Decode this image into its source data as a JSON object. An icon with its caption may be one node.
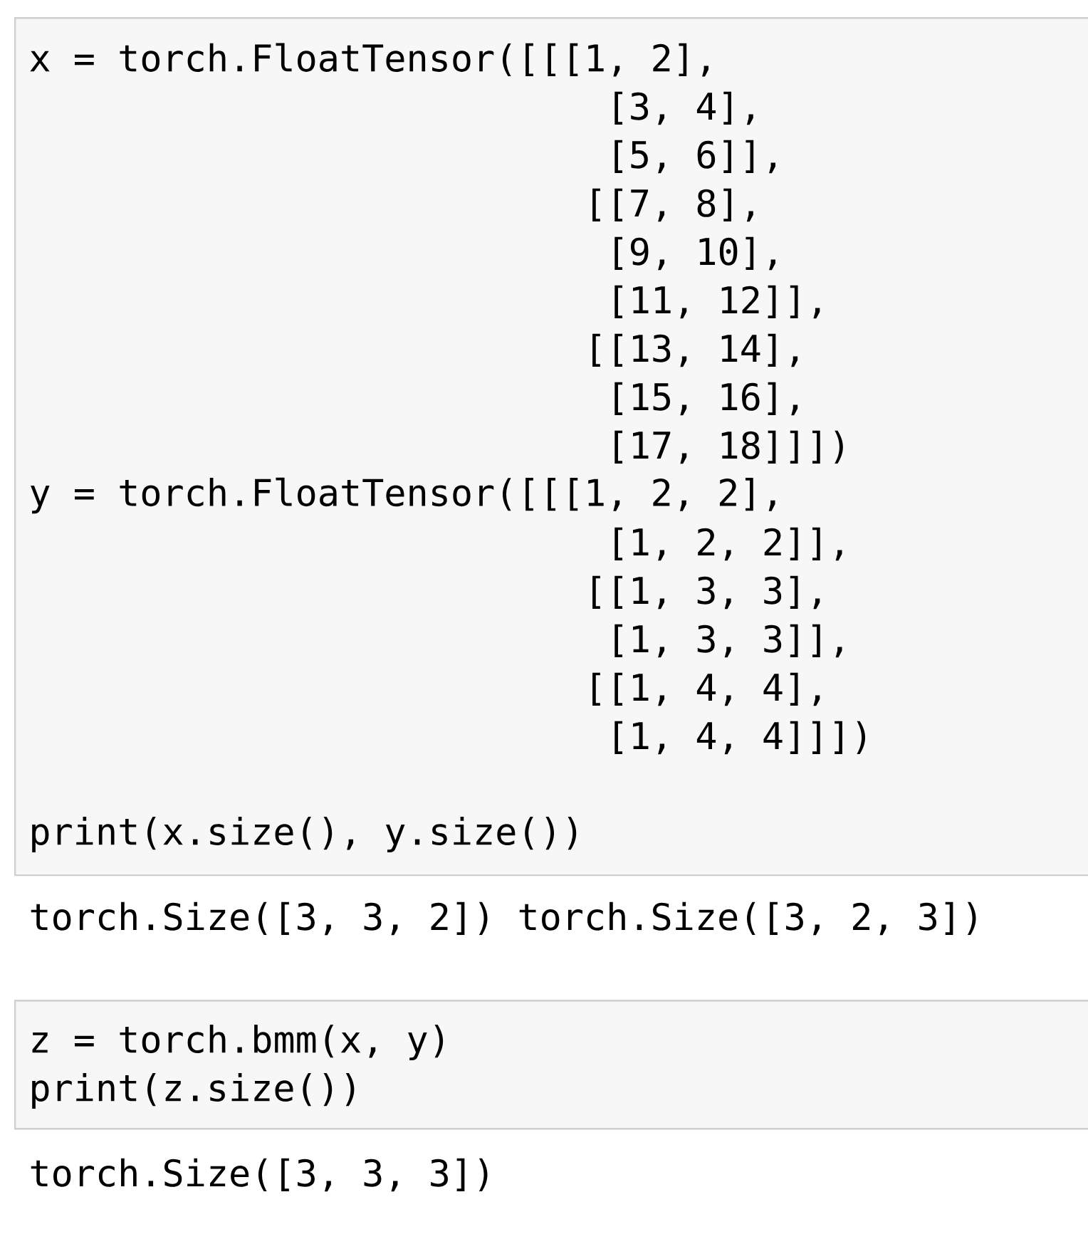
{
  "diagram": {
    "nodes": [
      {
        "text": [
          "x = torch.FloatTensor([[[1, 2],",
          "[3, 4],",
          "[5, 6]],",
          "[[7, 8],",
          "[9, 10],",
          "[11, 12]],",
          "[[13, 14],",
          "[15, 16],",
          "[17, 18]]])",
          "y = torch.FloatTensor([[[1, 2, 2],",
          "[1, 2, 2]],",
          "[[1, 3, 3],",
          "[1, 3, 3]],",
          "[[1, 4, 4],",
          "[1, 4, 4]]])",
          "print(x.size(), y.size())"
        ]
      },
      {
        "text": [
          "z = torch.bmm(x, y)",
          "print(z.size())"
        ]
      }
    ],
    "labels": [
      "torch.Size([3, 3, 2]) torch.Size([3, 2, 3])",
      "torch.Size([3, 3, 3])"
    ]
  }
}
